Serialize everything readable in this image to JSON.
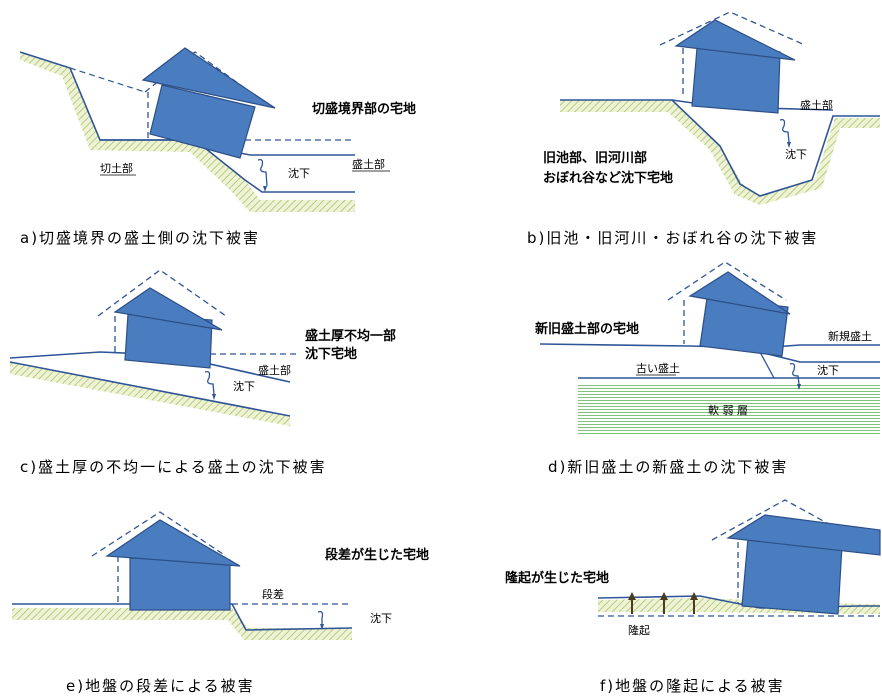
{
  "panels": [
    {
      "caption": "a)切盛境界の盛土側の沈下被害",
      "title": "切盛境界部の宅地",
      "labels": [
        "切土部",
        "沈下",
        "盛土部"
      ]
    },
    {
      "caption": "b)旧池・旧河川・おぼれ谷の沈下被害",
      "title_line1": "旧池部、旧河川部",
      "title_line2": "おぼれ谷など沈下宅地",
      "labels": [
        "盛土部",
        "沈下"
      ]
    },
    {
      "caption": "c)盛土厚の不均一による盛土の沈下被害",
      "title_line1": "盛土厚不均一部",
      "title_line2": "沈下宅地",
      "labels": [
        "盛土部",
        "沈下"
      ]
    },
    {
      "caption": "d)新旧盛土の新盛土の沈下被害",
      "title": "新旧盛土部の宅地",
      "labels": [
        "新規盛土",
        "古い盛土",
        "沈下",
        "軟 弱 層"
      ]
    },
    {
      "caption": "e)地盤の段差による被害",
      "title": "段差が生じた宅地",
      "labels": [
        "段差",
        "沈下"
      ]
    },
    {
      "caption": "f)地盤の隆起による被害",
      "title": "隆起が生じた宅地",
      "labels": [
        "隆起"
      ]
    }
  ],
  "colors": {
    "house": "#4a7cc0",
    "line": "#2f5597",
    "hatch": "#c9d98f",
    "soft_layer": "#bfe0b3"
  }
}
